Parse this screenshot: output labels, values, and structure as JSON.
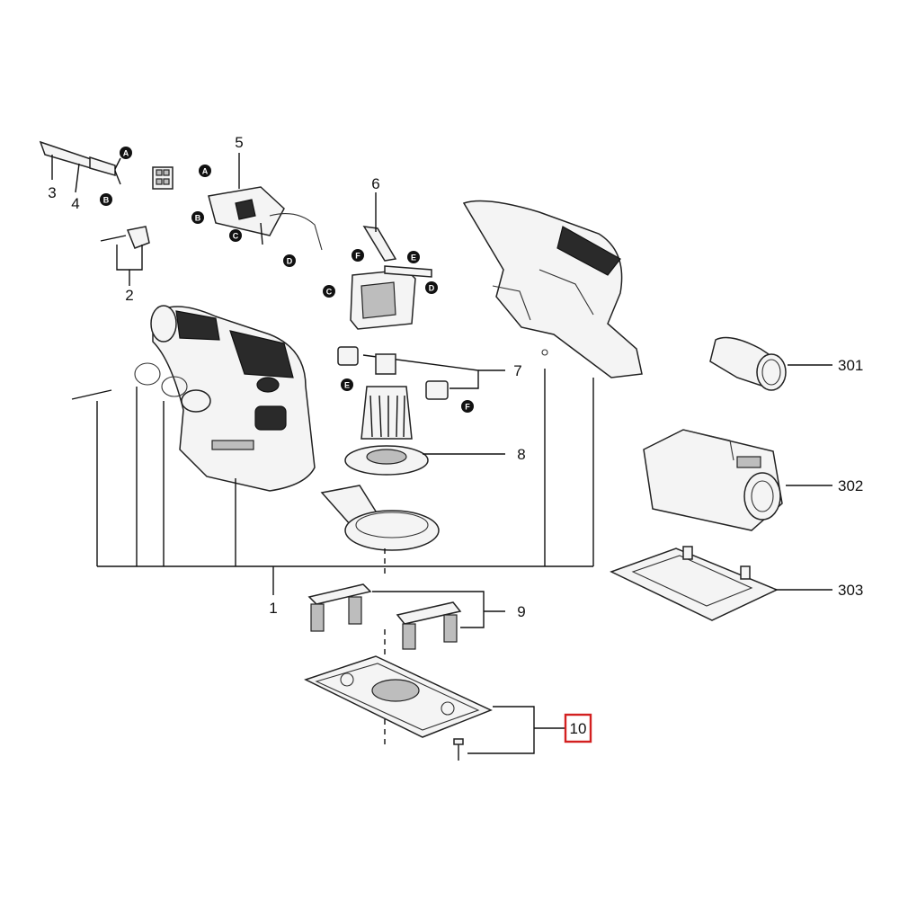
{
  "callouts": {
    "c1": "1",
    "c2": "2",
    "c3": "3",
    "c4": "4",
    "c5": "5",
    "c6": "6",
    "c7": "7",
    "c8": "8",
    "c9": "9",
    "c10": "10",
    "c301": "301",
    "c302": "302",
    "c303": "303"
  },
  "markers": {
    "a": "A",
    "b": "B",
    "c": "C",
    "d": "D",
    "e": "E",
    "f": "F"
  },
  "highlighted_callout": "10",
  "colors": {
    "highlight": "#d32020",
    "line": "#111111"
  }
}
